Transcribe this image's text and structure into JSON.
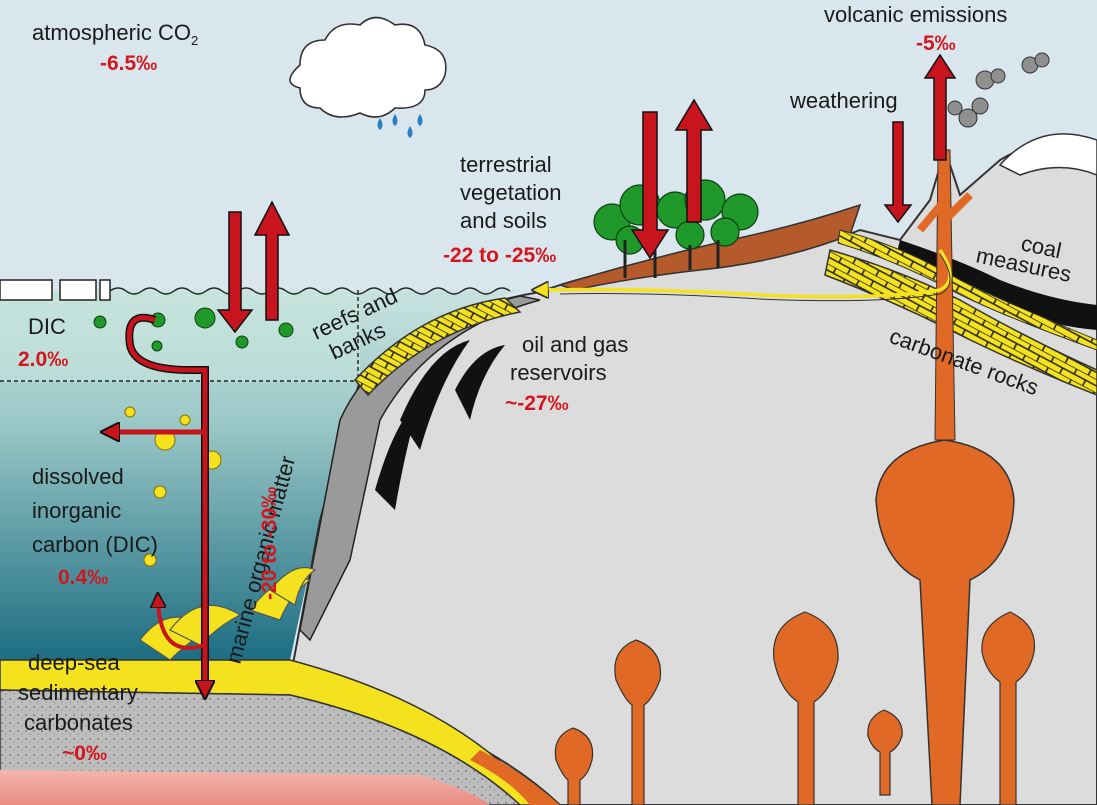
{
  "labels": {
    "atmospheric_co2": "atmospheric CO",
    "atmospheric_co2_sub": "2",
    "atmospheric_co2_value": "-6.5‰",
    "volcanic_emissions": "volcanic emissions",
    "volcanic_emissions_value": "-5‰",
    "weathering": "weathering",
    "terrestrial_line1": "terrestrial",
    "terrestrial_line2": "vegetation",
    "terrestrial_line3": "and soils",
    "terrestrial_value": "-22 to -25‰",
    "coal_line1": "coal",
    "coal_line2": "measures",
    "carbonate_rocks": "carbonate rocks",
    "oil_line1": "oil and gas",
    "oil_line2": "reservoirs",
    "oil_value": "~-27‰",
    "reefs_line1": "reefs and",
    "reefs_line2": "banks",
    "dic_surface": "DIC",
    "dic_surface_value": "2.0‰",
    "dissolved_line1": "dissolved",
    "dissolved_line2": "inorganic",
    "dissolved_line3": "carbon (DIC)",
    "dissolved_value": "0.4‰",
    "marine_organic": "marine organic matter",
    "marine_organic_value": "-20 to -30‰",
    "deepsea_line1": "deep-sea",
    "deepsea_line2": "sedimentary",
    "deepsea_line3": "carbonates",
    "deepsea_value": "~0‰"
  },
  "colors": {
    "sky": "#d9e6ee",
    "flux_arrow": "#c8141c",
    "value_text": "#d4161c",
    "magma": "#e06a25",
    "sediment": "#f5e21e",
    "vegetation": "#1f9a2a",
    "crust": "#dcdcdc"
  },
  "icons": [
    "cloud-icon",
    "raindrop-icon",
    "tree-icon",
    "smoke-icon",
    "plankton-icon",
    "flux-arrow-icon"
  ]
}
